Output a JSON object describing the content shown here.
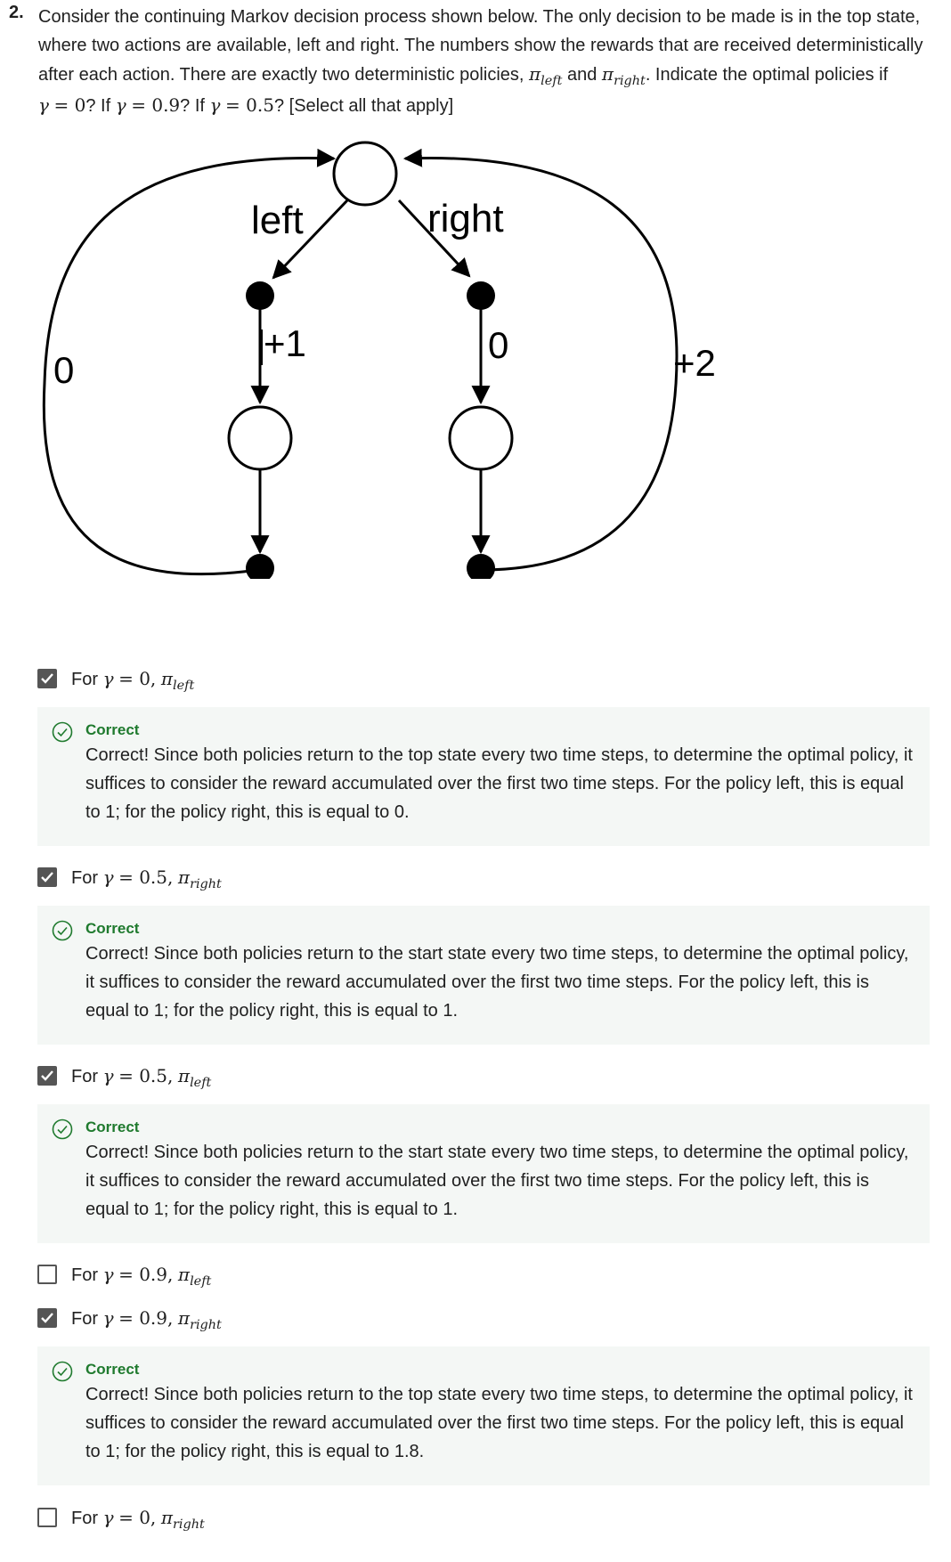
{
  "question": {
    "number": "2.",
    "text_line1": "Consider the continuing Markov decision process shown below. The only decision to be made is in the top state,",
    "text_line2": "where two actions are available, left and right. The numbers show the rewards that are received deterministically",
    "text_line3_a": "after each action. There are exactly two deterministic policies,",
    "text_line3_and": "and",
    "text_line3_b": ". Indicate the optimal  policies if",
    "text_line4_if1": "? If",
    "text_line4_if2": "? If",
    "text_line4_end": "? [Select all that apply]",
    "gamma": "γ",
    "eq0": "= 0",
    "eq09": "= 0.9",
    "eq05": "= 0.5",
    "pi": "π",
    "left": "left",
    "right": "right"
  },
  "diagram": {
    "label_left": "left",
    "label_right": "right",
    "reward_left": "+1",
    "reward_right": "0",
    "reward_outer_left": "0",
    "reward_outer_right": "+2"
  },
  "options": [
    {
      "prefix": "For",
      "gamma": "γ",
      "value": "= 0,",
      "pi": "π",
      "sub": "left",
      "checked": true,
      "feedback": {
        "title": "Correct",
        "text": "Correct! Since both policies return to the top state every two time steps, to determine the optimal policy, it suffices to consider the reward accumulated over the first two time steps. For the policy left, this is equal to 1; for the policy right, this is equal to 0."
      }
    },
    {
      "prefix": "For",
      "gamma": "γ",
      "value": "= 0.5,",
      "pi": "π",
      "sub": "right",
      "checked": true,
      "feedback": {
        "title": "Correct",
        "text": "Correct! Since both policies return to the start state every two time steps, to determine the optimal policy, it suffices to consider the reward accumulated over the first two time steps. For the policy left, this is equal to 1; for the policy right, this is equal to 1."
      }
    },
    {
      "prefix": "For",
      "gamma": "γ",
      "value": "= 0.5,",
      "pi": "π",
      "sub": "left",
      "checked": true,
      "feedback": {
        "title": "Correct",
        "text": "Correct! Since both policies return to the start state every two time steps, to determine the optimal policy, it suffices to consider the reward accumulated over the first two time steps. For the policy left, this is equal to 1; for the policy right, this is equal to 1."
      }
    },
    {
      "prefix": "For",
      "gamma": "γ",
      "value": "= 0.9,",
      "pi": "π",
      "sub": "left",
      "checked": false
    },
    {
      "prefix": "For",
      "gamma": "γ",
      "value": "= 0.9,",
      "pi": "π",
      "sub": "right",
      "checked": true,
      "feedback": {
        "title": "Correct",
        "text": "Correct! Since both policies return to the top state every two time steps, to determine the optimal policy, it suffices to consider the reward accumulated over the first two time steps. For the policy left, this is equal to 1; for the policy right, this is equal to 1.8."
      }
    },
    {
      "prefix": "For",
      "gamma": "γ",
      "value": "= 0,",
      "pi": "π",
      "sub": "right",
      "checked": false
    }
  ],
  "colors": {
    "correct_green": "#1f7a2e",
    "feedback_bg": "#f4f7f5",
    "checkbox": "#555555"
  },
  "icons": {
    "checkbox": "checkmark-icon",
    "feedback": "check-circle-icon"
  }
}
